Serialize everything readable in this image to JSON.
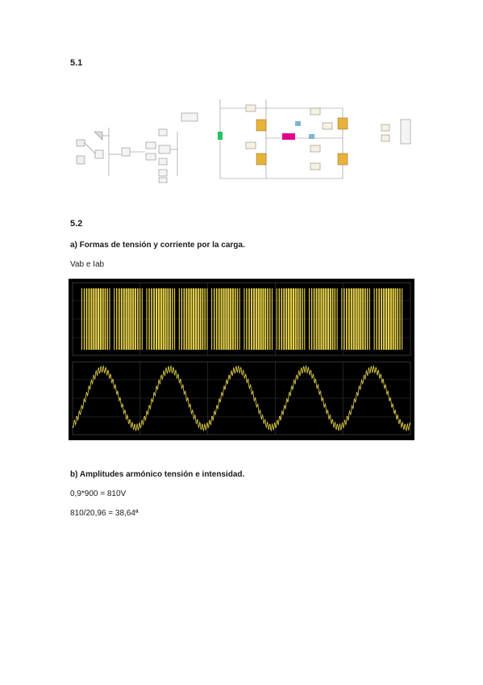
{
  "sections": [
    {
      "heading": "5.1"
    },
    {
      "heading": "5.2",
      "items": [
        {
          "label": "a) Formas de tensión y corriente por la carga.",
          "caption": "Vab e Iab"
        },
        {
          "label": "b) Amplitudes armónico tensión e intensidad.",
          "lines": [
            "0,9*900 = 810V",
            "810/20,96 = 38,64ª"
          ]
        }
      ]
    }
  ],
  "scope": {
    "background": "#000000",
    "trace_color": "#e6d24a",
    "grid_color": "#3a3a3a",
    "voltage_cycles": 5,
    "current_cycles": 5
  },
  "simulink": {
    "block_color": "#e8b23a",
    "resistor_color": "#e0008c",
    "source_color": "#22c55e",
    "sensor_color": "#7ab6d8"
  }
}
